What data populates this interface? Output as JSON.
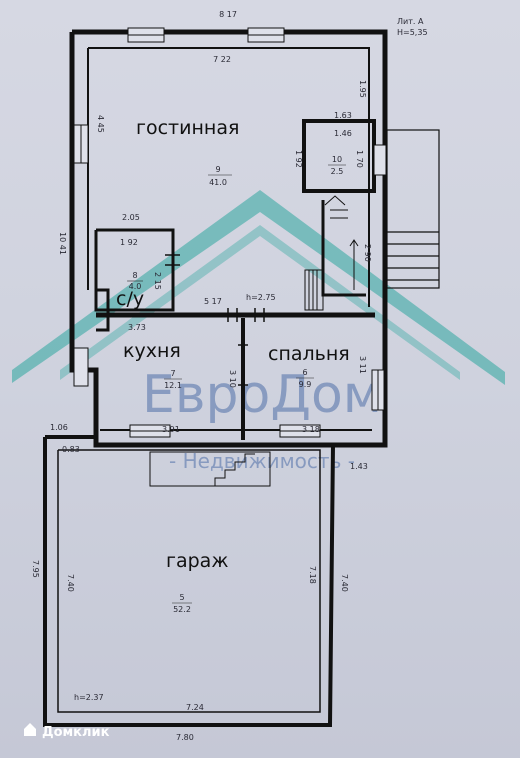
{
  "header": {
    "lit": "Лит. А",
    "height": "H=5,35"
  },
  "rooms": {
    "living": {
      "name": "гостинная",
      "num": "9",
      "area": "41.0"
    },
    "hall": {
      "num": "10",
      "area": "2.5"
    },
    "wc": {
      "name": "с/у",
      "num": "8",
      "area": "4.0"
    },
    "kitchen": {
      "name": "кухня",
      "num": "7",
      "area": "12.1"
    },
    "bedroom": {
      "name": "спальня",
      "num": "6",
      "area": "9.9"
    },
    "garage": {
      "name": "гараж",
      "num": "5",
      "area": "52.2"
    }
  },
  "dims": {
    "top_outer": "8 17",
    "top_inner": "7 22",
    "right_195": "1.95",
    "left_445": "4 45",
    "left_1041": "10 41",
    "hall_163": "1.63",
    "hall_146": "1.46",
    "hall_192": "1 92",
    "hall_170": "1 70",
    "wc_205": "2.05",
    "wc_192": "1 92",
    "wc_215": "2 15",
    "r290": "2 90",
    "m517": "5 17",
    "h275": "h=2.75",
    "k373": "3.73",
    "k310": "3 10",
    "b311": "3 11",
    "k391": "3.91",
    "b318": "3 18",
    "g106": "1.06",
    "g083": "0.83",
    "g143": "1.43",
    "g795": "7.95",
    "g740l": "7.40",
    "g718": "7.18",
    "g740r": "7.40",
    "g237": "h=2.37",
    "g724": "7.24",
    "g780": "7.80"
  },
  "watermark": {
    "brand": "ЕвроДом",
    "sub": "- Недвижимость -"
  },
  "footer": {
    "logo": "Домклик"
  },
  "colors": {
    "watermark_teal": "#2fa7a0",
    "watermark_blue": "#4f6fa8",
    "wall": "#111111"
  }
}
